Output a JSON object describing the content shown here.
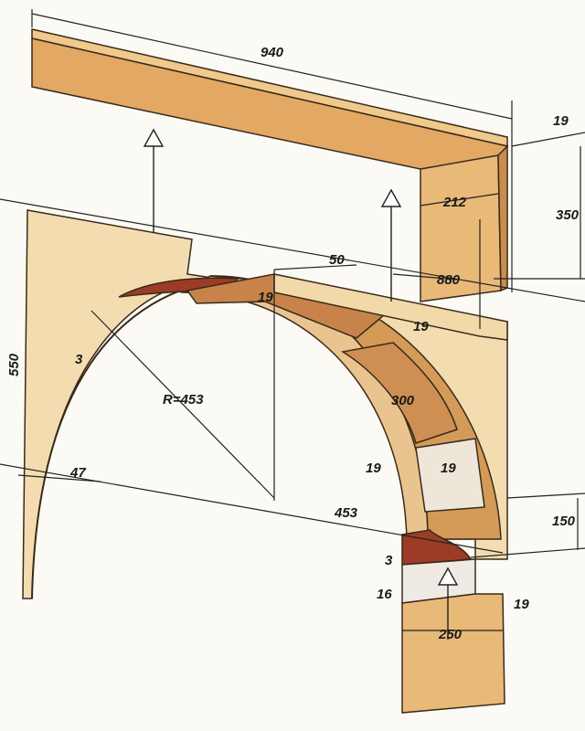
{
  "title": "Arch construction diagram",
  "dimensions": {
    "beam_length": "940",
    "beam_thickness": "19",
    "side_board_width": "212",
    "side_board_height": "350",
    "cap_offset": "50",
    "cap_thickness": "19",
    "opening_width": "880",
    "arch_board_thickness": "19",
    "arch_gap": "3",
    "wall_height": "550",
    "radius": "R=453",
    "arch_segment": "300",
    "jamb_left": "19",
    "jamb_right": "19",
    "spring_offset": "47",
    "half_span": "453",
    "base_height": "150",
    "base_gap": "3",
    "base_plate": "16",
    "post_thickness": "19",
    "post_width": "250"
  },
  "colors": {
    "wood": "#e9b978",
    "wood_dark": "#d39a58",
    "moulding": "#9c3b26",
    "panel": "#f3ddb0",
    "background": "#fbfaf5"
  }
}
